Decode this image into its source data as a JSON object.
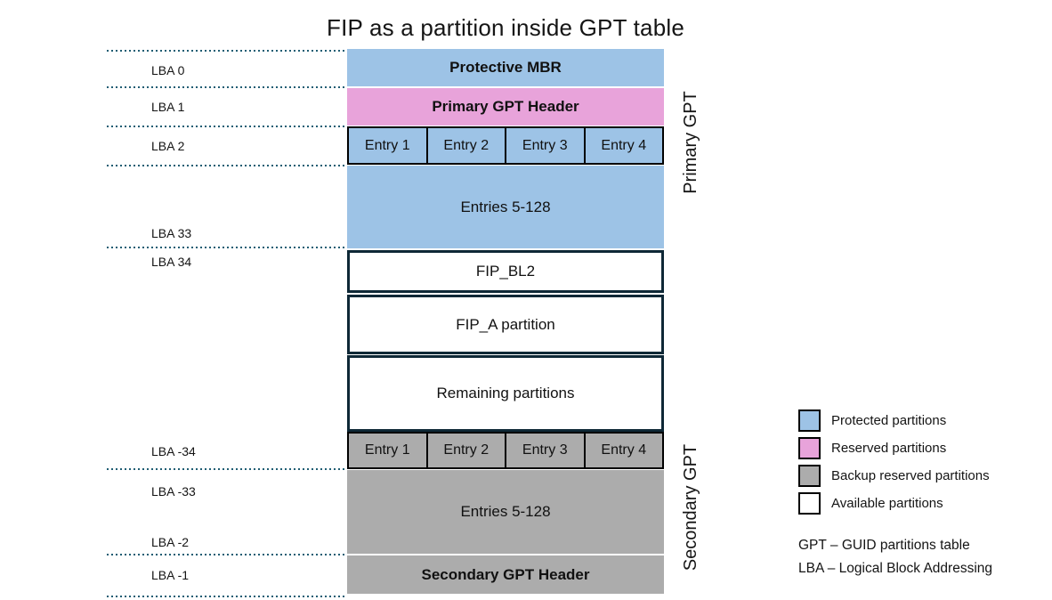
{
  "title": "FIP as a partition inside GPT table",
  "colors": {
    "protected": "#9DC3E6",
    "reserved": "#E8A3DA",
    "backup": "#ACACAC",
    "available": "#FFFFFF",
    "outline": "#0E2836",
    "dotted_line": "#1F5D73"
  },
  "diagram": {
    "lba_labels": [
      "LBA 0",
      "LBA 1",
      "LBA 2",
      "LBA 33",
      "LBA 34",
      "LBA -34",
      "LBA -33",
      "LBA -2",
      "LBA -1"
    ],
    "blocks": [
      {
        "label": "Protective MBR",
        "type": "protected",
        "bold": true
      },
      {
        "label": "Primary GPT Header",
        "type": "reserved",
        "bold": true
      },
      {
        "cells": [
          "Entry 1",
          "Entry 2",
          "Entry 3",
          "Entry 4"
        ],
        "type": "protected"
      },
      {
        "label": "Entries 5-128",
        "type": "protected"
      },
      {
        "label": "FIP_BL2",
        "type": "available"
      },
      {
        "label": "FIP_A partition",
        "type": "available"
      },
      {
        "label": "Remaining partitions",
        "type": "available"
      },
      {
        "cells": [
          "Entry 1",
          "Entry 2",
          "Entry 3",
          "Entry 4"
        ],
        "type": "backup"
      },
      {
        "label": "Entries 5-128",
        "type": "backup"
      },
      {
        "label": "Secondary GPT Header",
        "type": "backup",
        "bold": true
      }
    ],
    "side_labels": {
      "primary": "Primary GPT",
      "secondary": "Secondary GPT"
    }
  },
  "legend": {
    "items": [
      {
        "label": "Protected partitions",
        "color": "#9DC3E6"
      },
      {
        "label": "Reserved partitions",
        "color": "#E8A3DA"
      },
      {
        "label": "Backup reserved partitions",
        "color": "#ACACAC"
      },
      {
        "label": "Available partitions",
        "color": "#FFFFFF"
      }
    ],
    "definitions": [
      "GPT – GUID partitions table",
      "LBA – Logical Block Addressing"
    ]
  }
}
